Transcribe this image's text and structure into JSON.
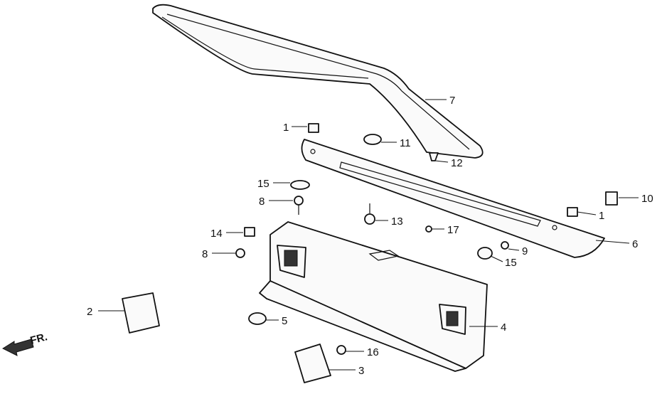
{
  "callouts": [
    {
      "id": "c7",
      "label": "7"
    },
    {
      "id": "c1a",
      "label": "1"
    },
    {
      "id": "c11",
      "label": "11"
    },
    {
      "id": "c12",
      "label": "12"
    },
    {
      "id": "c15a",
      "label": "15"
    },
    {
      "id": "c8a",
      "label": "8"
    },
    {
      "id": "c13",
      "label": "13"
    },
    {
      "id": "c17",
      "label": "17"
    },
    {
      "id": "c14",
      "label": "14"
    },
    {
      "id": "c8b",
      "label": "8"
    },
    {
      "id": "c10",
      "label": "10"
    },
    {
      "id": "c1b",
      "label": "1"
    },
    {
      "id": "c6",
      "label": "6"
    },
    {
      "id": "c9",
      "label": "9"
    },
    {
      "id": "c15b",
      "label": "15"
    },
    {
      "id": "c2",
      "label": "2"
    },
    {
      "id": "c5",
      "label": "5"
    },
    {
      "id": "c4",
      "label": "4"
    },
    {
      "id": "c16",
      "label": "16"
    },
    {
      "id": "c3",
      "label": "3"
    }
  ],
  "direction_label": "FR."
}
